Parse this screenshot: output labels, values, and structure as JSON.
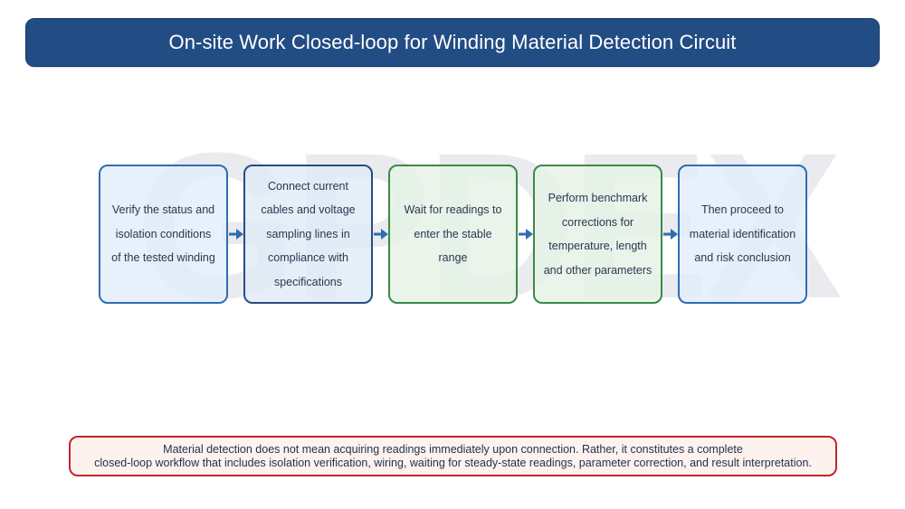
{
  "title": "On-site Work Closed-loop for Winding Material Detection Circuit",
  "watermark": "GPDEX",
  "steps": [
    {
      "label": "Verify the status and isolation conditions of the tested winding",
      "style": "blue"
    },
    {
      "label": "Connect current cables and voltage sampling lines in compliance with specifications",
      "style": "navy"
    },
    {
      "label": "Wait for readings to enter the stable range",
      "style": "green"
    },
    {
      "label": "Perform benchmark corrections for temperature, length and other parameters",
      "style": "green"
    },
    {
      "label": "Then proceed to material identification and risk conclusion",
      "style": "blue"
    }
  ],
  "note": "Material detection does not mean acquiring readings immediately upon connection. Rather, it constitutes a complete\nclosed-loop workflow that includes isolation verification, wiring, waiting for steady-state readings, parameter correction, and result interpretation.",
  "colors": {
    "title_bg": "#224c84",
    "blue_border": "#2f6db4",
    "navy_border": "#284d84",
    "green_border": "#3b8a46",
    "arrow": "#2f6db4",
    "note_border": "#c0272d"
  }
}
